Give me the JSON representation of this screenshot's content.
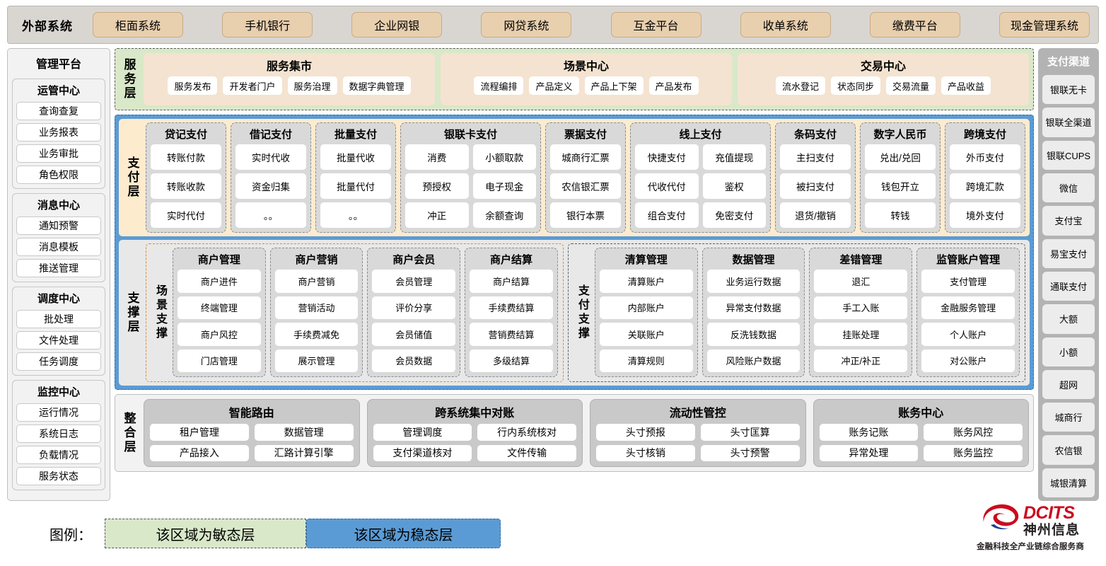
{
  "external": {
    "title": "外部系统",
    "items": [
      "柜面系统",
      "手机银行",
      "企业网银",
      "网贷系统",
      "互金平台",
      "收单系统",
      "缴费平台",
      "现金管理系统"
    ]
  },
  "management": {
    "title": "管理平台",
    "groups": [
      {
        "title": "运管中心",
        "items": [
          "查询查复",
          "业务报表",
          "业务审批",
          "角色权限"
        ]
      },
      {
        "title": "消息中心",
        "items": [
          "通知预警",
          "消息模板",
          "推送管理"
        ]
      },
      {
        "title": "调度中心",
        "items": [
          "批处理",
          "文件处理",
          "任务调度"
        ]
      },
      {
        "title": "监控中心",
        "items": [
          "运行情况",
          "系统日志",
          "负载情况",
          "服务状态"
        ]
      }
    ]
  },
  "service_layer": {
    "label": "服务层",
    "cards": [
      {
        "title": "服务集市",
        "items": [
          "服务发布",
          "开发者门户",
          "服务治理",
          "数据字典管理"
        ]
      },
      {
        "title": "场景中心",
        "items": [
          "流程编排",
          "产品定义",
          "产品上下架",
          "产品发布"
        ]
      },
      {
        "title": "交易中心",
        "items": [
          "流水登记",
          "状态同步",
          "交易流量",
          "产品收益"
        ]
      }
    ]
  },
  "payment_layer": {
    "label": "支付层",
    "groups": [
      {
        "title": "贷记支付",
        "columns": 1,
        "items": [
          "转账付款",
          "转账收款",
          "实时代付"
        ]
      },
      {
        "title": "借记支付",
        "columns": 1,
        "items": [
          "实时代收",
          "资金归集",
          "。。"
        ]
      },
      {
        "title": "批量支付",
        "columns": 1,
        "items": [
          "批量代收",
          "批量代付",
          "。。"
        ]
      },
      {
        "title": "银联卡支付",
        "columns": 2,
        "items": [
          "消费",
          "小额取款",
          "预授权",
          "电子现金",
          "冲正",
          "余额查询"
        ]
      },
      {
        "title": "票据支付",
        "columns": 1,
        "items": [
          "城商行汇票",
          "农信银汇票",
          "银行本票"
        ]
      },
      {
        "title": "线上支付",
        "columns": 2,
        "items": [
          "快捷支付",
          "充值提现",
          "代收代付",
          "鉴权",
          "组合支付",
          "免密支付"
        ]
      },
      {
        "title": "条码支付",
        "columns": 1,
        "items": [
          "主扫支付",
          "被扫支付",
          "退货/撤销"
        ]
      },
      {
        "title": "数字人民币",
        "columns": 1,
        "items": [
          "兑出/兑回",
          "钱包开立",
          "转钱"
        ]
      },
      {
        "title": "跨境支付",
        "columns": 1,
        "items": [
          "外币支付",
          "跨境汇款",
          "境外支付"
        ]
      }
    ]
  },
  "support_layer": {
    "label": "支撑层",
    "zones": [
      {
        "label": "场景支撑",
        "cards": [
          {
            "title": "商户管理",
            "items": [
              "商户进件",
              "终端管理",
              "商户风控",
              "门店管理"
            ]
          },
          {
            "title": "商户营销",
            "items": [
              "商户营销",
              "营销活动",
              "手续费减免",
              "展示管理"
            ]
          },
          {
            "title": "商户会员",
            "items": [
              "会员管理",
              "评价分享",
              "会员储值",
              "会员数据"
            ]
          },
          {
            "title": "商户结算",
            "items": [
              "商户结算",
              "手续费结算",
              "营销费结算",
              "多级结算"
            ]
          }
        ]
      },
      {
        "label": "支付支撑",
        "cards": [
          {
            "title": "清算管理",
            "items": [
              "清算账户",
              "内部账户",
              "关联账户",
              "清算规则"
            ]
          },
          {
            "title": "数据管理",
            "items": [
              "业务运行数据",
              "异常支付数据",
              "反洗钱数据",
              "风险账户数据"
            ]
          },
          {
            "title": "差错管理",
            "items": [
              "退汇",
              "手工入账",
              "挂账处理",
              "冲正/补正"
            ]
          },
          {
            "title": "监管账户管理",
            "items": [
              "支付管理",
              "金融服务管理",
              "个人账户",
              "对公账户"
            ]
          }
        ]
      }
    ]
  },
  "integration_layer": {
    "label": "整合层",
    "cards": [
      {
        "title": "智能路由",
        "items": [
          "租户管理",
          "数据管理",
          "产品接入",
          "汇路计算引擎"
        ]
      },
      {
        "title": "跨系统集中对账",
        "items": [
          "管理调度",
          "行内系统核对",
          "支付渠道核对",
          "文件传输"
        ]
      },
      {
        "title": "流动性管控",
        "items": [
          "头寸预报",
          "头寸匡算",
          "头寸核销",
          "头寸预警"
        ]
      },
      {
        "title": "账务中心",
        "items": [
          "账务记账",
          "账务风控",
          "异常处理",
          "账务监控"
        ]
      }
    ]
  },
  "channels": {
    "title": "支付渠道",
    "items": [
      "银联无卡",
      "银联全渠道",
      "银联CUPS",
      "微信",
      "支付宝",
      "易宝支付",
      "通联支付",
      "大额",
      "小额",
      "超网",
      "城商行",
      "农信银",
      "城银清算"
    ]
  },
  "legend": {
    "label": "图例：",
    "agile": "该区域为敏态层",
    "stable": "该区域为稳态层"
  },
  "logo": {
    "en": "DCITS",
    "cn": "神州信息",
    "tagline": "金融科技全产业链综合服务商"
  },
  "colors": {
    "agile_green": "#d9e8c8",
    "stable_blue": "#5b9bd5",
    "payment_cream": "#fdebcd",
    "external_chip": "#e8cfae",
    "brand_red": "#cc0a1e"
  }
}
